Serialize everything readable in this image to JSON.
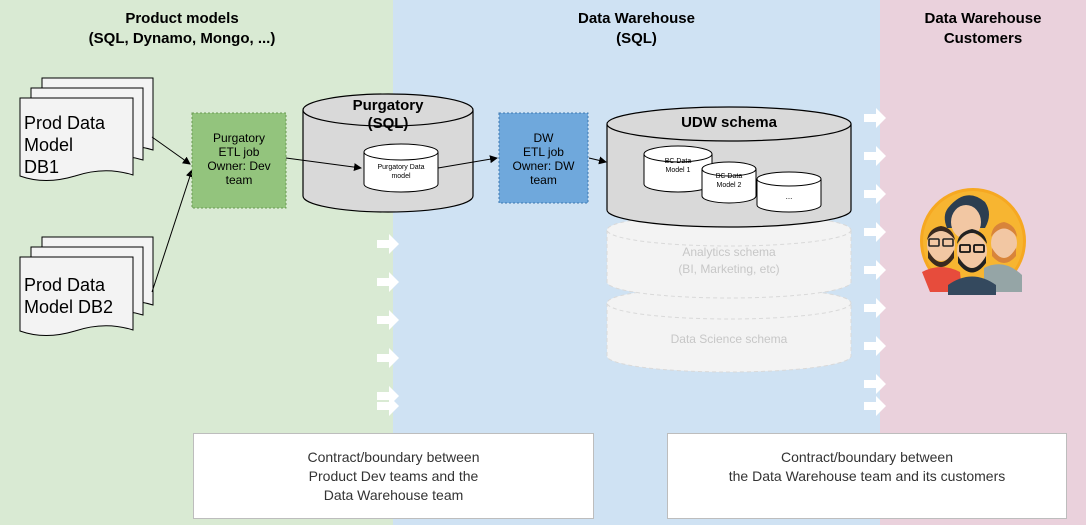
{
  "zones": {
    "product": {
      "title": "Product models\n(SQL, Dynamo, Mongo, ...)"
    },
    "warehouse": {
      "title": "Data Warehouse\n(SQL)"
    },
    "customers": {
      "title": "Data Warehouse\nCustomers"
    }
  },
  "documents": [
    {
      "label": "Prod Data\nModel\nDB1"
    },
    {
      "label": "Prod Data\nModel DB2"
    }
  ],
  "purgatory_job": {
    "label": "Purgatory\nETL job\nOwner: Dev\nteam",
    "color": "#93c47d"
  },
  "purgatory_db": {
    "title": "Purgatory\n(SQL)",
    "inner": "Purgatory Data\nmodel"
  },
  "dw_job": {
    "label": "DW\nETL job\nOwner: DW\nteam",
    "color": "#6fa8dc"
  },
  "udw": {
    "title": "UDW schema",
    "models": [
      "BC Data\nModel 1",
      "BC Data\nModel 2",
      "..."
    ]
  },
  "analytics_schema": {
    "label": "Analytics schema\n(BI, Marketing, etc)"
  },
  "science_schema": {
    "label": "Data Science schema"
  },
  "contracts": {
    "dev": "Contract/boundary between\nProduct Dev teams and the\nData Warehouse team",
    "customers": "Contract/boundary between\nthe Data Warehouse team and its customers"
  }
}
